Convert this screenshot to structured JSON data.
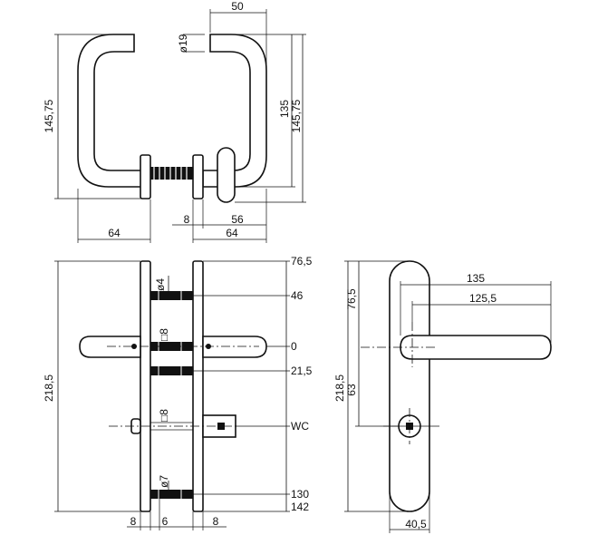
{
  "top_view": {
    "d50": "50",
    "d19": "ø19",
    "d145_left": "145,75",
    "d135": "135",
    "d145_right": "145,75",
    "d64_left": "64",
    "d8": "8",
    "d56": "56",
    "d64_right": "64"
  },
  "front_view": {
    "d218": "218,5",
    "p765": "76,5",
    "p46": "46",
    "p0": "0",
    "p215": "21,5",
    "pwc": "WC",
    "p130": "130",
    "p142": "142",
    "phi4": "ø4",
    "sq8a": "□8",
    "sq8b": "□8",
    "phi7": "ø7",
    "b8a": "8",
    "b6": "6",
    "b8b": "8"
  },
  "side_view": {
    "d218": "218,5",
    "d765": "76,5",
    "d63": "63",
    "d135": "135",
    "d1255": "125,5",
    "d405": "40,5"
  }
}
